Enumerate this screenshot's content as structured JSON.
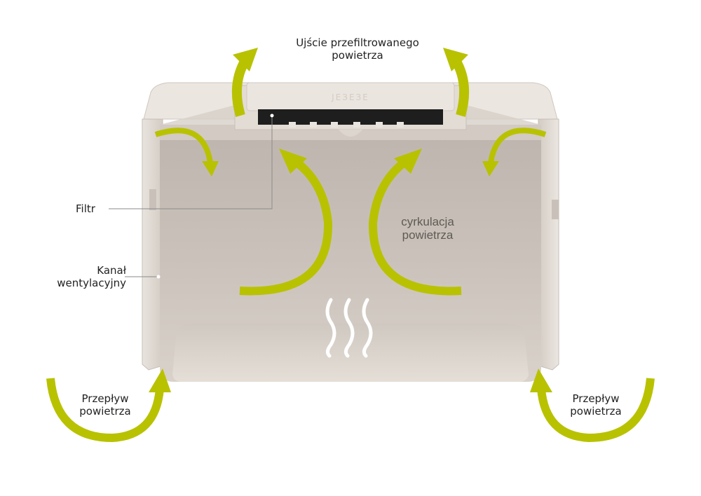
{
  "labels": {
    "outlet": {
      "line1": "Ujście przefiltrowanego",
      "line2": "powietrza"
    },
    "filter": "Filtr",
    "channel": {
      "line1": "Kanał",
      "line2": "wentylacyjny"
    },
    "circulation": {
      "line1": "cyrkulacja",
      "line2": "powietrza"
    },
    "airflow_left": {
      "line1": "Przepływ",
      "line2": "powietrza"
    },
    "airflow_right": {
      "line1": "Przepływ",
      "line2": "powietrza"
    }
  },
  "colors": {
    "arrow": "#b8c200",
    "box_body": "#d8d0c8",
    "box_inner": "#c8c0b8",
    "box_rim": "#ece7e1",
    "filter_slot": "#1e1e1e",
    "leader_line": "#8a8a8a",
    "heat_waves": "#ffffff"
  },
  "icons": [
    "airflow-arrow-icon",
    "heat-waves-icon"
  ]
}
